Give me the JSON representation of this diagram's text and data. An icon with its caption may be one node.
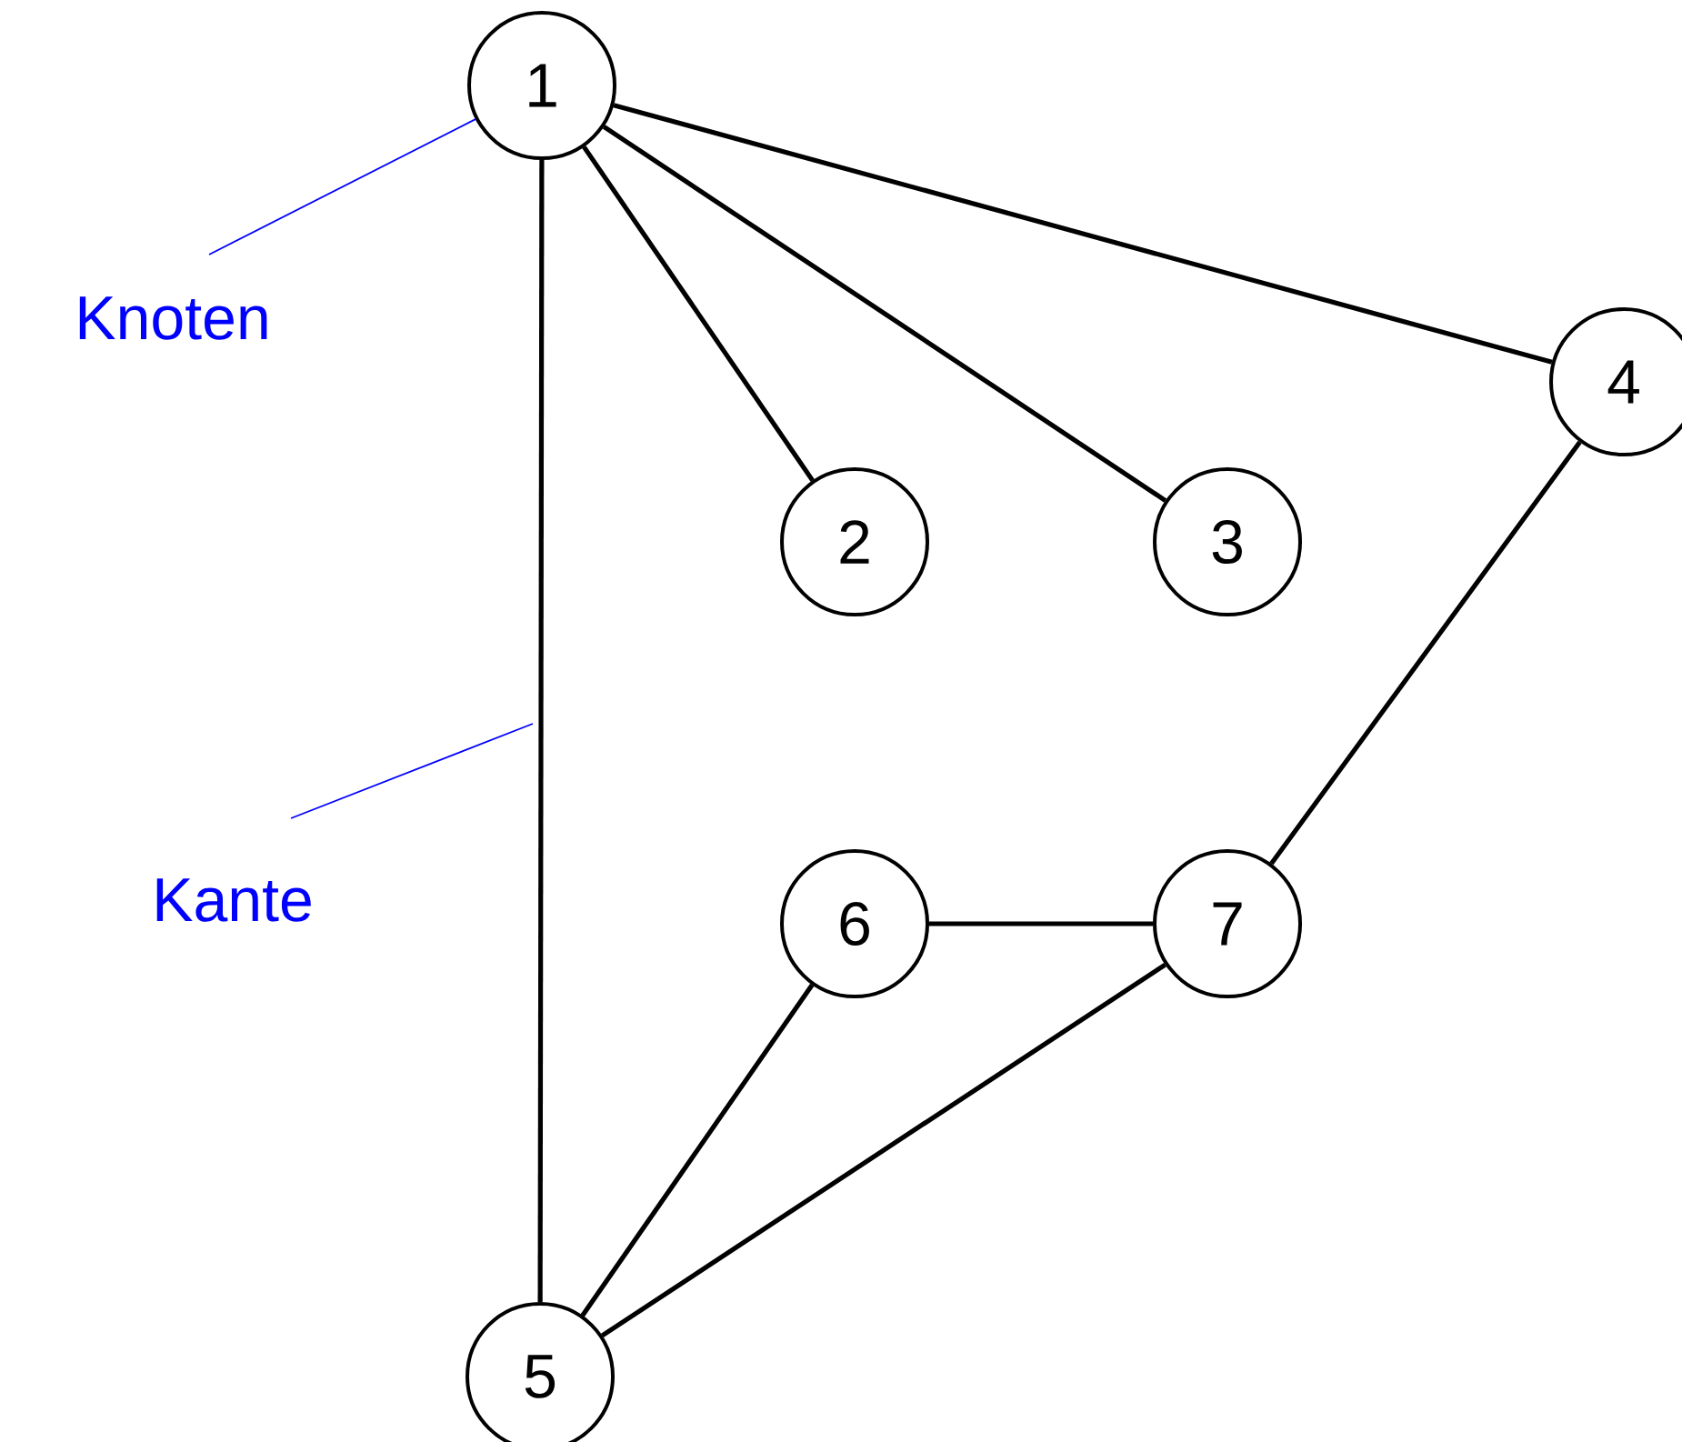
{
  "diagram": {
    "nodes": [
      {
        "text": [
          "1"
        ]
      },
      {
        "text": [
          "2"
        ]
      },
      {
        "text": [
          "3"
        ]
      },
      {
        "text": [
          "4"
        ]
      },
      {
        "text": [
          "5"
        ]
      },
      {
        "text": [
          "6"
        ]
      },
      {
        "text": [
          "7"
        ]
      },
      {
        "text": [
          "Knoten"
        ]
      },
      {
        "text": [
          "Kante"
        ]
      }
    ],
    "edges": [
      {
        "from": 0,
        "to": 1,
        "arrow": "none"
      },
      {
        "from": 0,
        "to": 2,
        "arrow": "none"
      },
      {
        "from": 0,
        "to": 3,
        "arrow": "none"
      },
      {
        "from": 0,
        "to": 4,
        "arrow": "none"
      },
      {
        "from": 3,
        "to": 6,
        "arrow": "none"
      },
      {
        "from": 5,
        "to": 6,
        "arrow": "none"
      },
      {
        "from": 4,
        "to": 5,
        "arrow": "none"
      },
      {
        "from": 4,
        "to": 6,
        "arrow": "none"
      },
      {
        "from": 7,
        "to": 0,
        "arrow": "none",
        "color": "#0000ff"
      },
      {
        "from": 8,
        "to": null,
        "arrow": "none",
        "color": "#0000ff"
      }
    ]
  }
}
